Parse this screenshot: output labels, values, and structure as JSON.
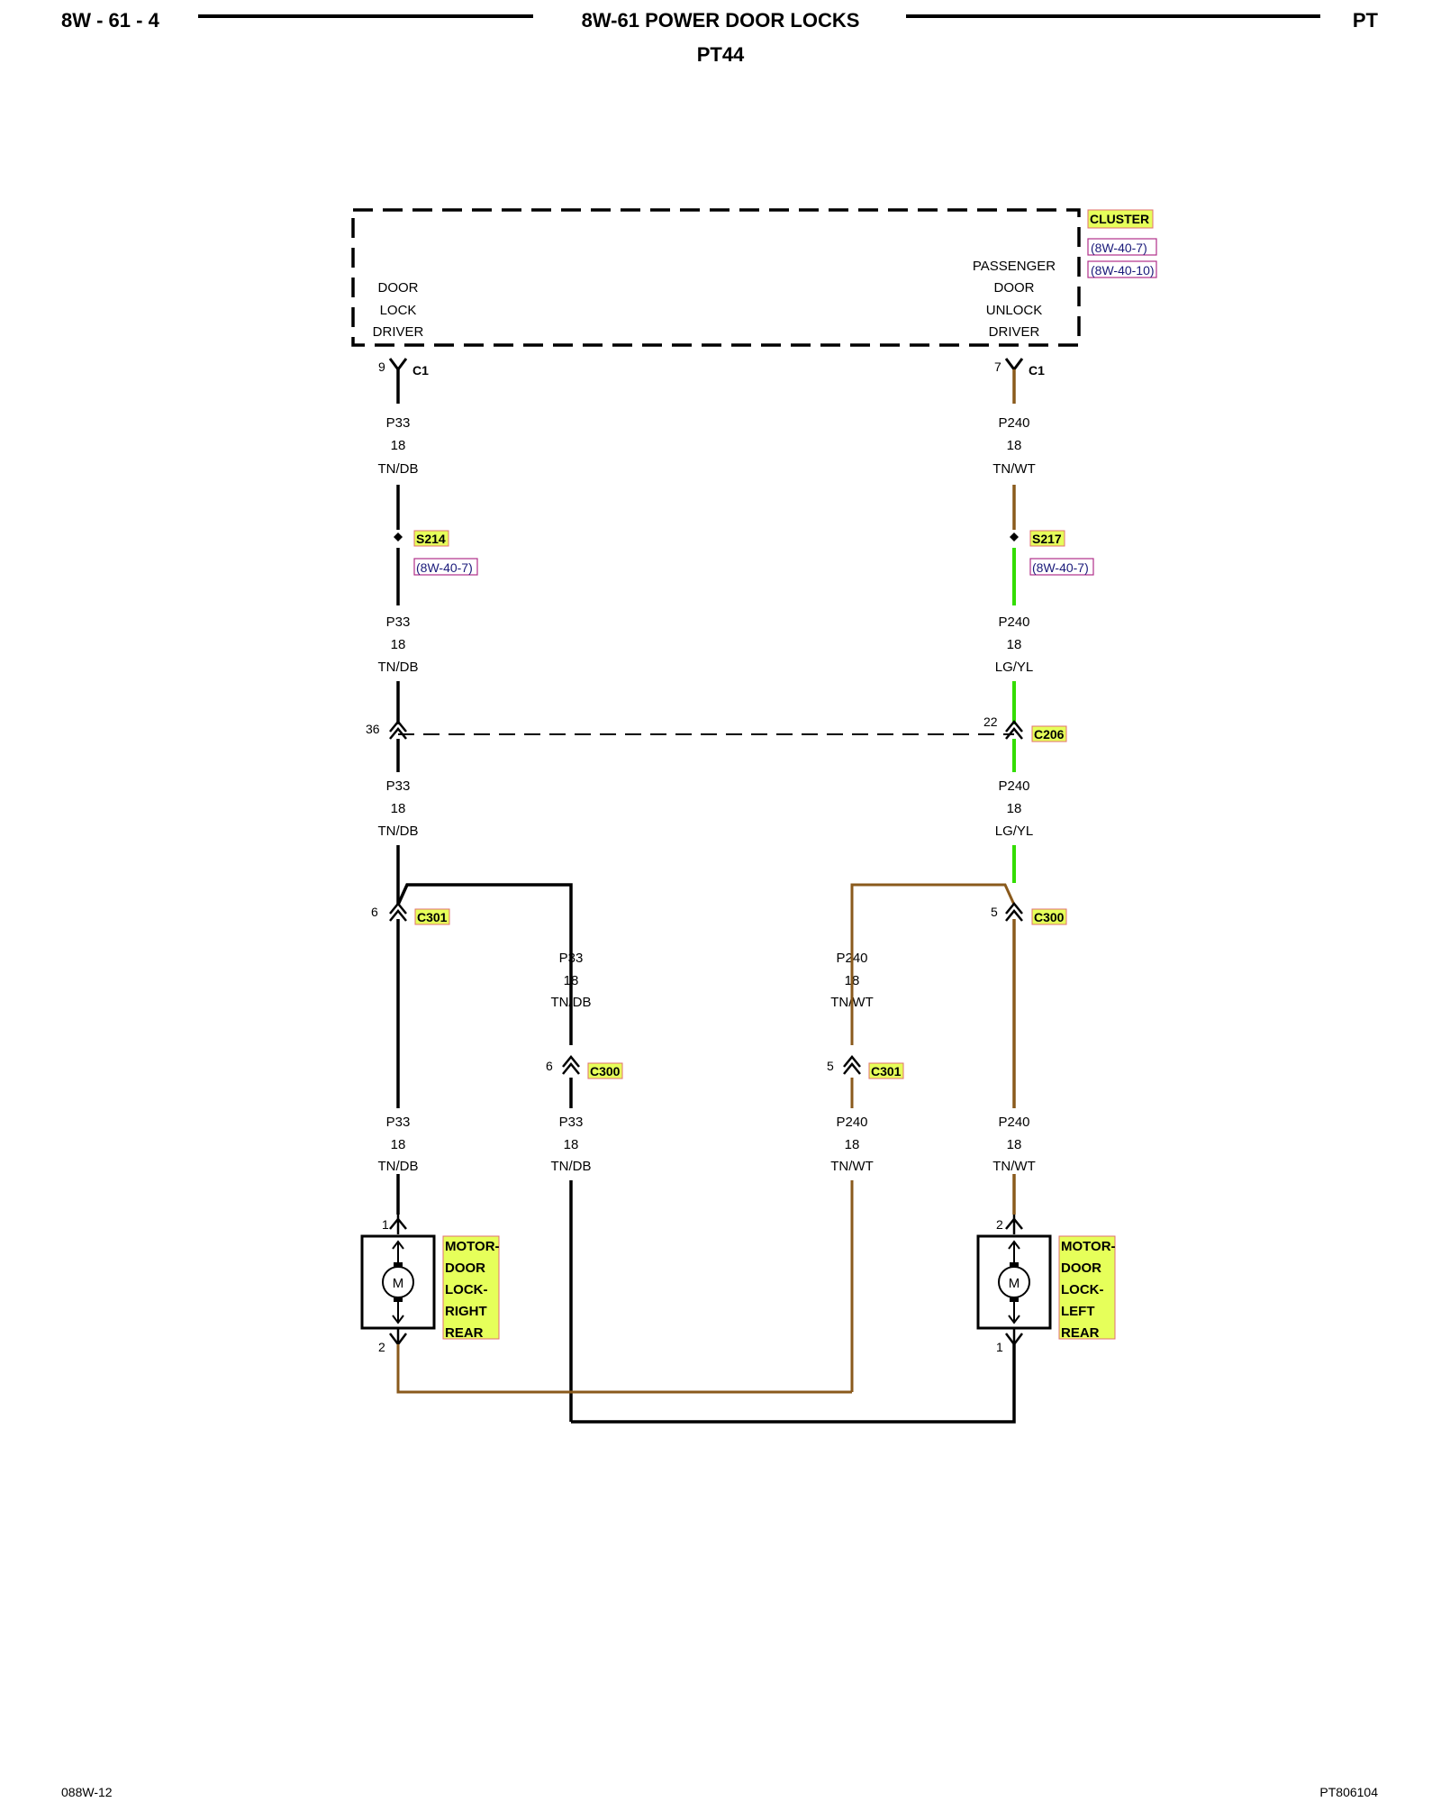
{
  "header": {
    "page_code": "8W - 61 - 4",
    "title": "8W-61 POWER DOOR LOCKS",
    "subtitle": "PT44",
    "model": "PT"
  },
  "footer": {
    "left": "088W-12",
    "right": "PT806104"
  },
  "colors": {
    "tn_db": "#000000",
    "tn_wt": "#8a5a1c",
    "lg_yl": "#33dd00",
    "highlight": "#e6ff5a",
    "highlight_border": "#e07070",
    "ref_border": "#b0308a"
  },
  "cluster": {
    "name": "CLUSTER",
    "ref1": "(8W-40-7)",
    "ref2": "(8W-40-10)",
    "left_lines": [
      "DOOR",
      "LOCK",
      "DRIVER"
    ],
    "right_lines": [
      "PASSENGER",
      "DOOR",
      "UNLOCK",
      "DRIVER"
    ],
    "left_pin": "9",
    "right_pin": "7",
    "connector": "C1"
  },
  "wires": {
    "p33_tndb": {
      "circuit": "P33",
      "gauge": "18",
      "color": "TN/DB"
    },
    "p240_tnwt": {
      "circuit": "P240",
      "gauge": "18",
      "color": "TN/WT"
    },
    "p240_lgyl": {
      "circuit": "P240",
      "gauge": "18",
      "color": "LG/YL"
    }
  },
  "splices": {
    "left": {
      "name": "S214",
      "ref": "(8W-40-7)"
    },
    "right": {
      "name": "S217",
      "ref": "(8W-40-7)"
    }
  },
  "connectors": {
    "c206": {
      "name": "C206",
      "left_pin": "36",
      "right_pin": "22"
    },
    "left_c301": {
      "name": "C301",
      "pin": "6"
    },
    "right_c300": {
      "name": "C300",
      "pin": "5"
    },
    "mid_c300": {
      "name": "C300",
      "pin": "6"
    },
    "mid_c301": {
      "name": "C301",
      "pin": "5"
    }
  },
  "motors": {
    "right_rear": {
      "symbol": "M",
      "label_lines": [
        "MOTOR-",
        "DOOR",
        "LOCK-",
        "RIGHT",
        "REAR"
      ],
      "top_pin": "1",
      "bottom_pin": "2"
    },
    "left_rear": {
      "symbol": "M",
      "label_lines": [
        "MOTOR-",
        "DOOR",
        "LOCK-",
        "LEFT",
        "REAR"
      ],
      "top_pin": "2",
      "bottom_pin": "1"
    }
  }
}
